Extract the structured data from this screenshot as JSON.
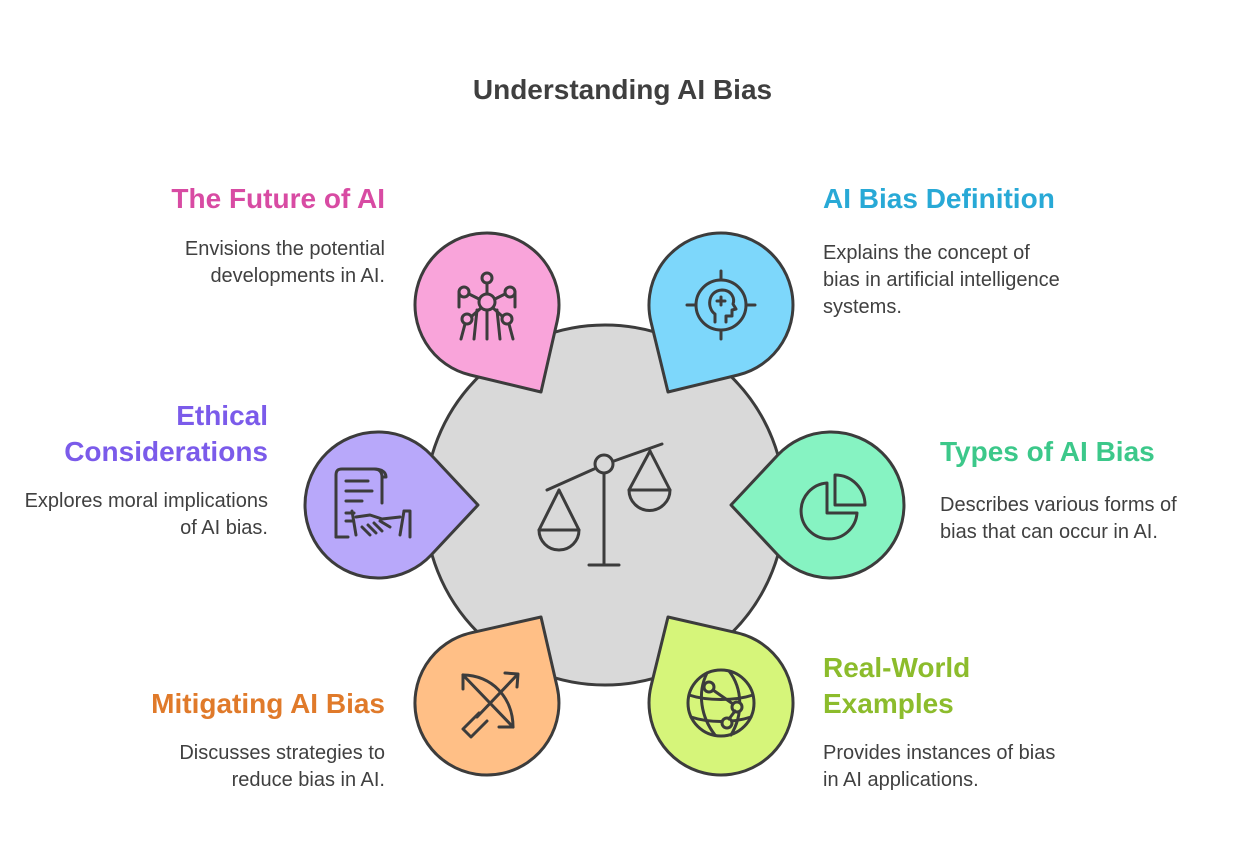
{
  "title": "Understanding AI Bias",
  "center": {
    "icon": "balance-scale-icon",
    "color": "#d9d9d9"
  },
  "items": [
    {
      "key": "future",
      "heading": "The Future of AI",
      "description": "Envisions the potential developments in AI.",
      "color": "#d84ba3",
      "fill": "#f9a4da",
      "icon": "atom-network-icon"
    },
    {
      "key": "definition",
      "heading": "AI Bias Definition",
      "description": "Explains the concept of bias in artificial intelligence systems.",
      "color": "#28a9d6",
      "fill": "#7dd7fb",
      "icon": "head-target-icon"
    },
    {
      "key": "ethical",
      "heading": "Ethical Considerations",
      "description": "Explores moral implications of AI bias.",
      "color": "#7b5bea",
      "fill": "#b8a8fa",
      "icon": "contract-handshake-icon"
    },
    {
      "key": "types",
      "heading": "Types of AI Bias",
      "description": "Describes various forms of bias that can occur in AI.",
      "color": "#3cc88a",
      "fill": "#86f3c2",
      "icon": "pie-chart-icon"
    },
    {
      "key": "mitigating",
      "heading": "Mitigating AI Bias",
      "description": "Discusses strategies to reduce bias in AI.",
      "color": "#e07a2a",
      "fill": "#ffbf86",
      "icon": "bow-arrow-icon"
    },
    {
      "key": "examples",
      "heading": "Real-World Examples",
      "description": "Provides instances of bias in AI applications.",
      "color": "#8cbc2c",
      "fill": "#d6f57a",
      "icon": "globe-network-icon"
    }
  ]
}
